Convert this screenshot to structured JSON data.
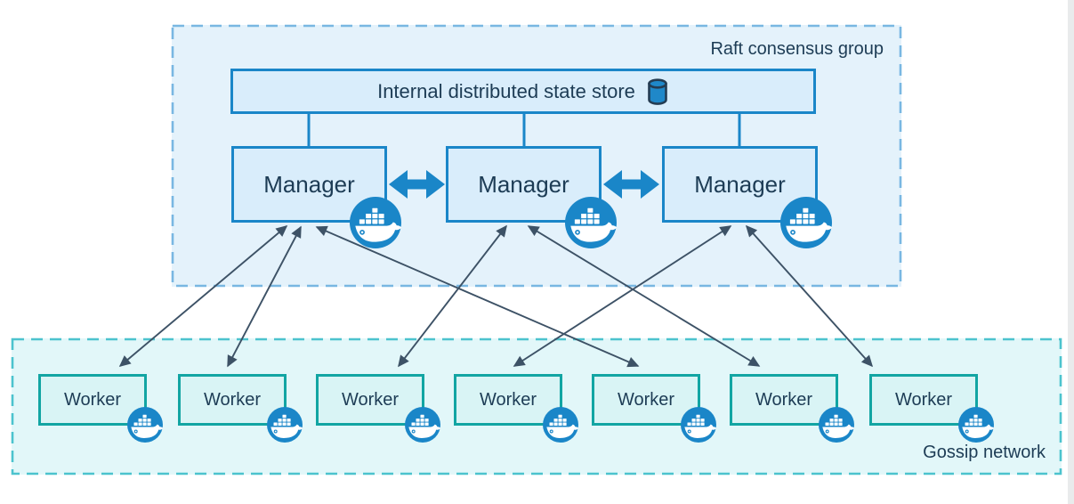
{
  "raft_group": {
    "label": "Raft consensus group"
  },
  "state_store": {
    "label": "Internal distributed state store",
    "icon": "database-cylinder-icon"
  },
  "managers": [
    {
      "label": "Manager",
      "icon": "docker-whale-icon"
    },
    {
      "label": "Manager",
      "icon": "docker-whale-icon"
    },
    {
      "label": "Manager",
      "icon": "docker-whale-icon"
    }
  ],
  "gossip_network": {
    "label": "Gossip network"
  },
  "workers": [
    {
      "label": "Worker",
      "icon": "docker-whale-icon"
    },
    {
      "label": "Worker",
      "icon": "docker-whale-icon"
    },
    {
      "label": "Worker",
      "icon": "docker-whale-icon"
    },
    {
      "label": "Worker",
      "icon": "docker-whale-icon"
    },
    {
      "label": "Worker",
      "icon": "docker-whale-icon"
    },
    {
      "label": "Worker",
      "icon": "docker-whale-icon"
    },
    {
      "label": "Worker",
      "icon": "docker-whale-icon"
    }
  ],
  "connections": {
    "manager_to_manager": [
      "Manager1-Manager2",
      "Manager2-Manager3"
    ],
    "manager_to_worker": [
      "M1-W1",
      "M1-W2",
      "M1-W5",
      "M2-W3",
      "M2-W6",
      "M3-W4",
      "M3-W7"
    ]
  },
  "colors": {
    "docker_blue": "#1a86c8",
    "node_fill_blue": "#d9edfb",
    "raft_fill": "#e4f2fb",
    "raft_border": "#79b7e2",
    "teal_border": "#12a5a3",
    "node_fill_teal": "#d9f4f5",
    "gossip_fill": "#e2f7f9",
    "gossip_border": "#4cc3ce",
    "text": "#1d3c55",
    "arrow": "#3d5266"
  }
}
